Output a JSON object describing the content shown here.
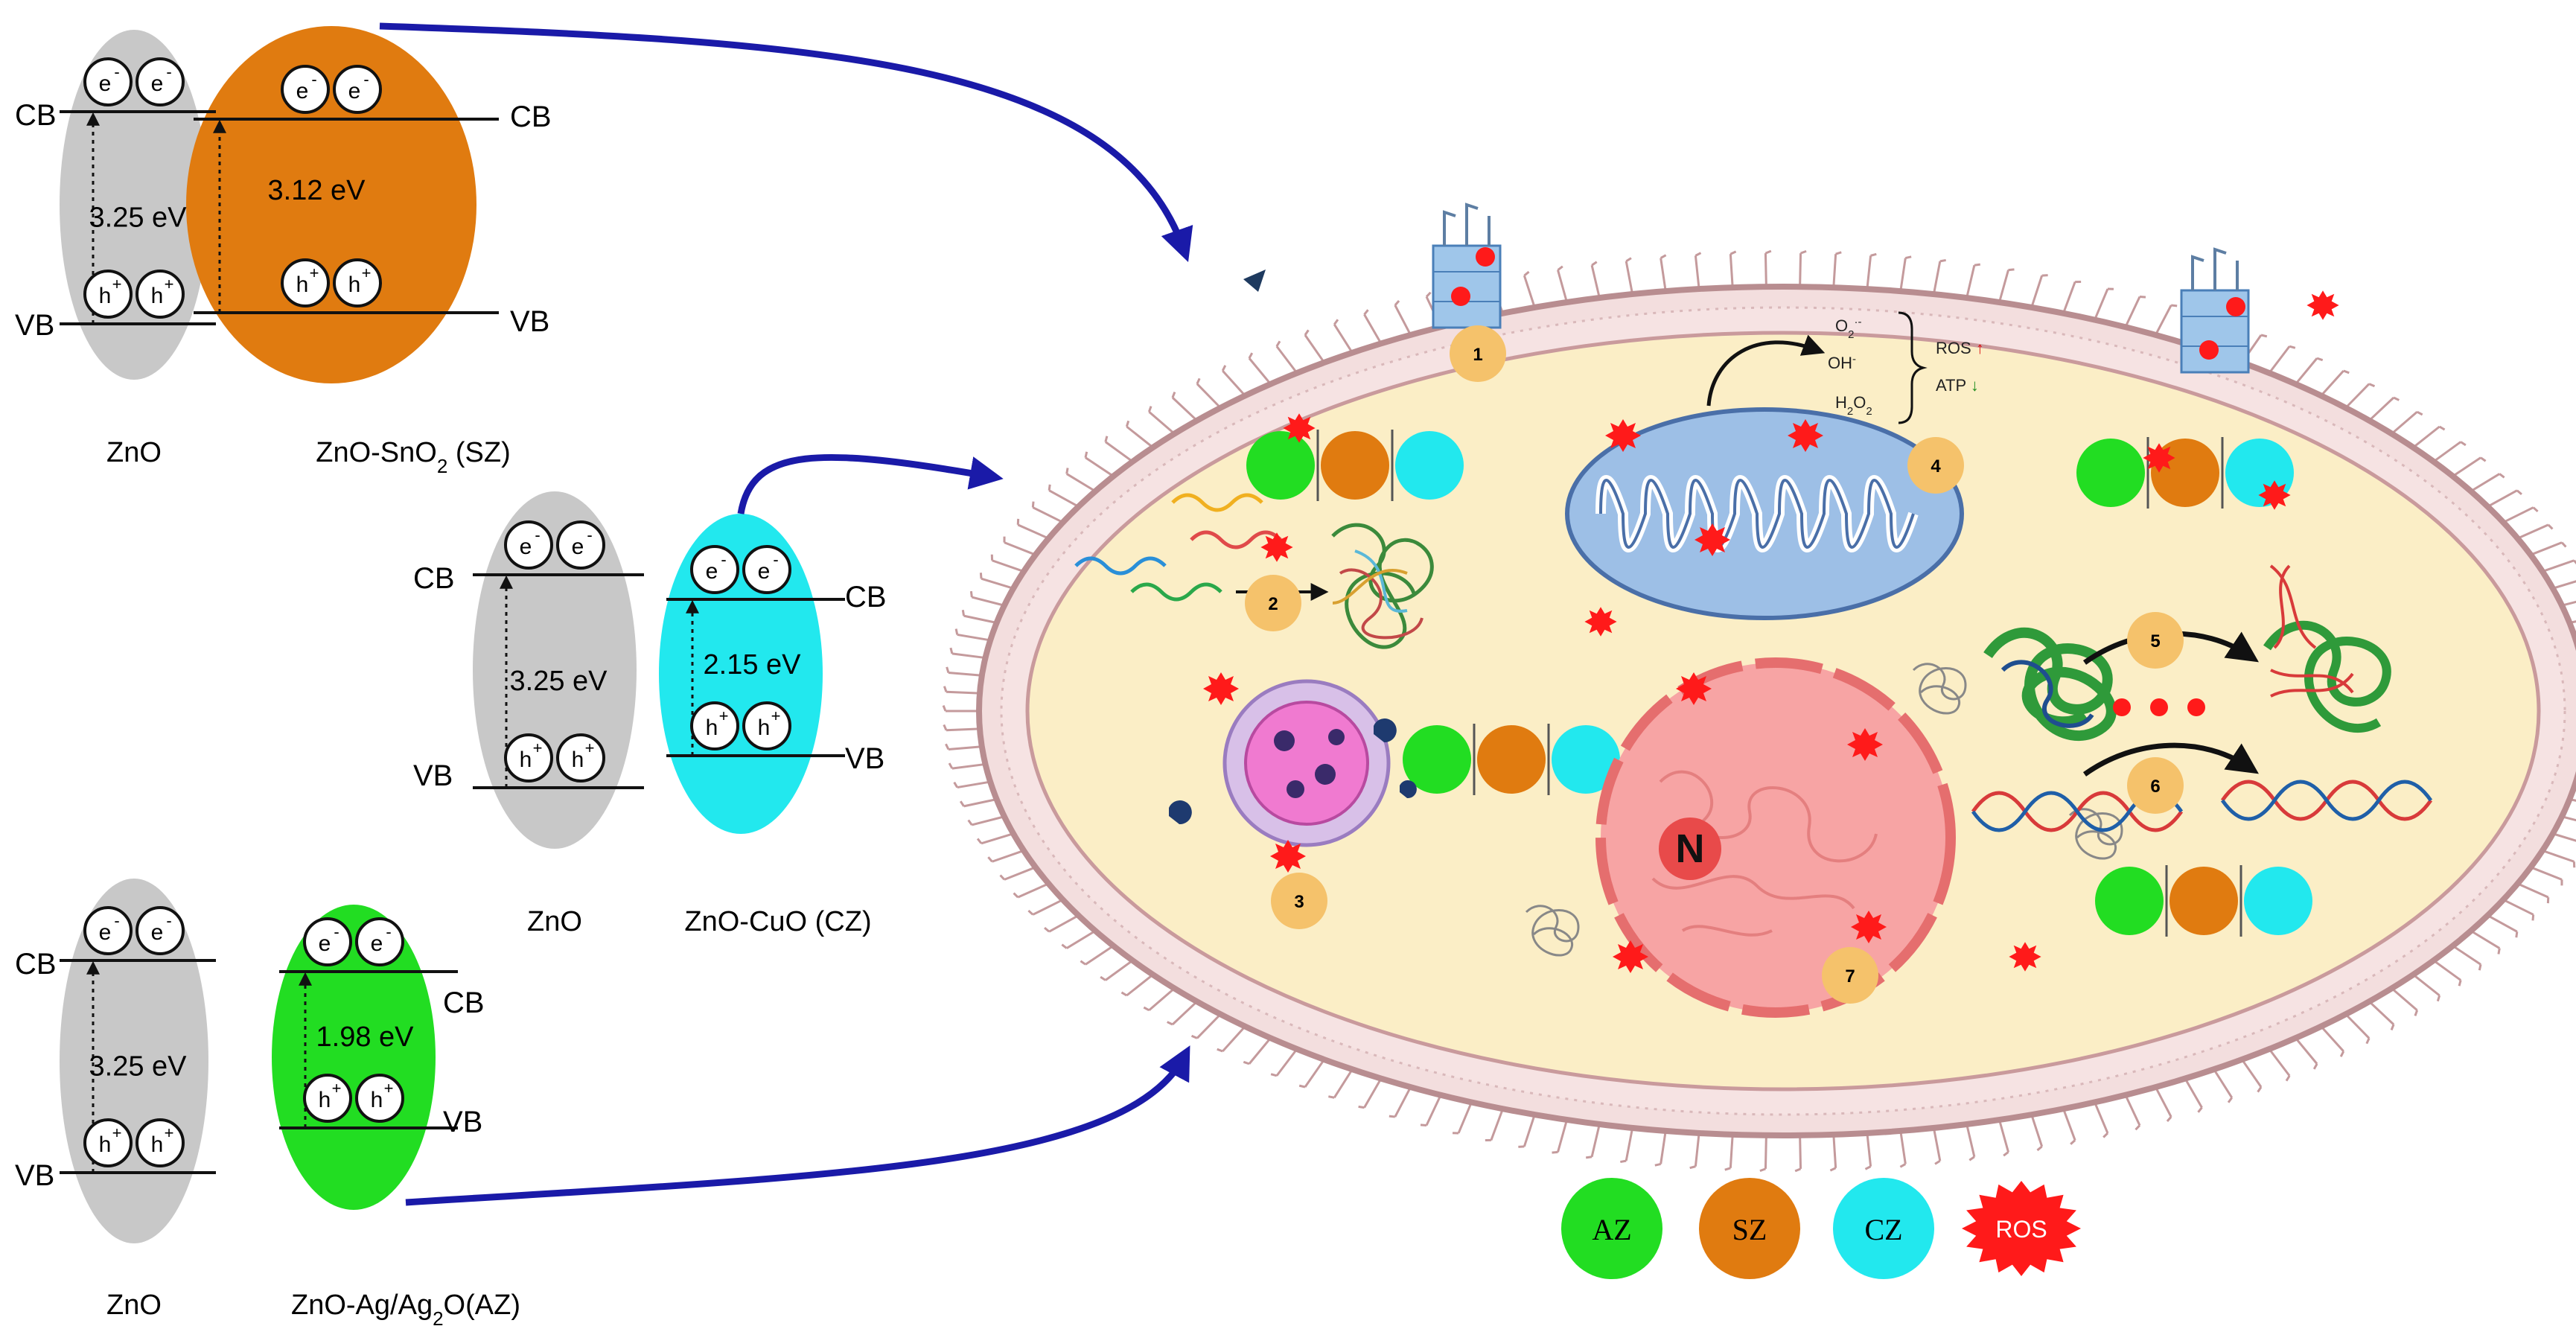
{
  "band_labels": {
    "cb": "CB",
    "vb": "VB"
  },
  "carriers": {
    "electron": "e",
    "hole": "h",
    "electron_charge": "-",
    "hole_charge": "+"
  },
  "panels": [
    {
      "id": "sz",
      "left_material": "ZnO",
      "right_material_parts": [
        "ZnO-SnO",
        "2",
        " (SZ)"
      ],
      "left_gap": "3.25 eV",
      "right_gap": "3.12 eV",
      "right_color": "#e07b10"
    },
    {
      "id": "cz",
      "left_material": "ZnO",
      "right_material_parts": [
        "ZnO-CuO (CZ)",
        "",
        ""
      ],
      "left_gap": "3.25 eV",
      "right_gap": "2.15 eV",
      "right_color": "#22e8ee"
    },
    {
      "id": "az",
      "left_material": "ZnO",
      "right_material_parts": [
        "ZnO-Ag/Ag",
        "2",
        "O(AZ)"
      ],
      "left_gap": "3.25 eV",
      "right_gap": "1.98 eV",
      "right_color": "#22dd22"
    }
  ],
  "zno_color": "#c8c8c8",
  "ros_species": {
    "superoxide": "O",
    "superoxide_sub": "2",
    "superoxide_sup": "·-",
    "hydroxyl": "OH",
    "hydroxyl_sup": "-",
    "peroxide_a": "H",
    "peroxide_sub": "2",
    "peroxide_b": "O",
    "peroxide_sub2": "2"
  },
  "ros_effects": {
    "ros": "ROS",
    "atp": "ATP",
    "ros_arrow": "↑",
    "atp_arrow": "↓"
  },
  "steps": [
    "1",
    "2",
    "3",
    "4",
    "5",
    "6",
    "7"
  ],
  "nucleus_label": "N",
  "legend": [
    {
      "label": "AZ",
      "color": "#22dd22"
    },
    {
      "label": "SZ",
      "color": "#e07b10"
    },
    {
      "label": "CZ",
      "color": "#22e8ee"
    },
    {
      "label": "ROS",
      "color": "#ff1a1a"
    }
  ],
  "colors": {
    "arrow": "#1a1aa8",
    "cell_fill": "#fbeec6",
    "membrane": "#b88d90",
    "step_marker": "#f5c26b",
    "ros": "#ff1a1a"
  }
}
